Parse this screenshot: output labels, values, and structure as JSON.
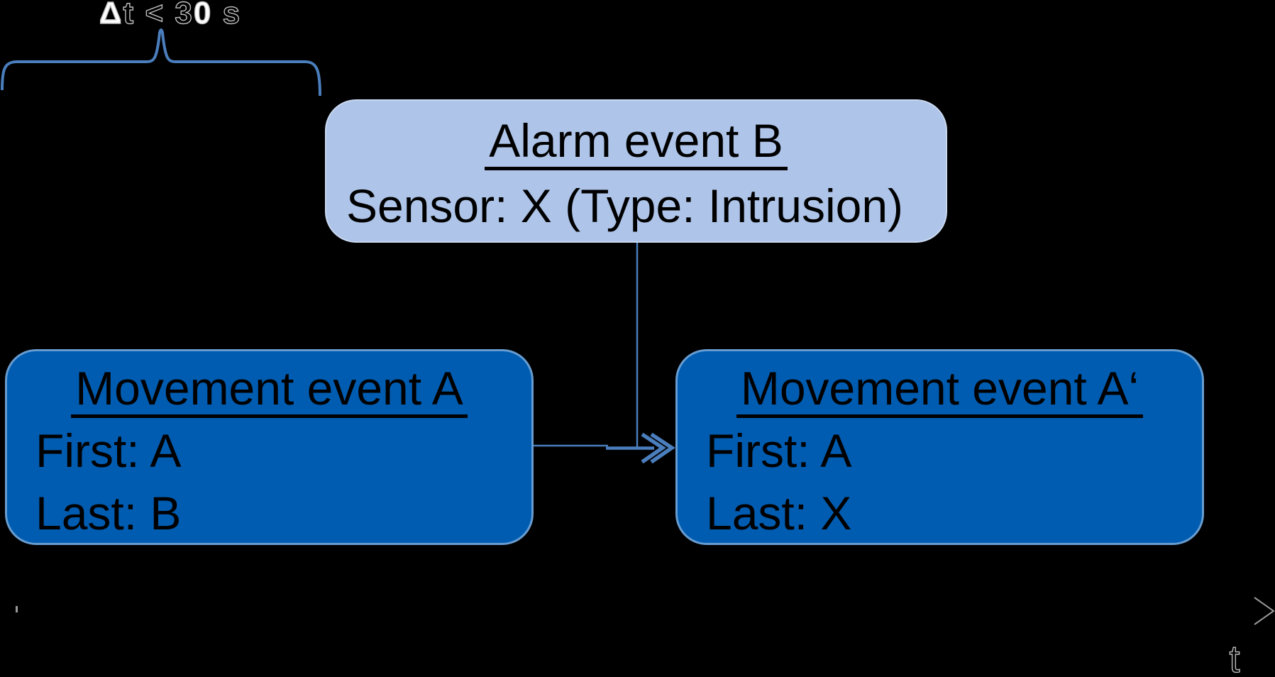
{
  "colors": {
    "background": "#000000",
    "box_dark_fill": "#005CB0",
    "box_light_fill": "#AEC4E8",
    "connector_blue": "#4A7EBD",
    "axis_gray": "#9A9A9A",
    "outline_text_gray": "#BDBDBD",
    "counter_fill_white": "#FFFFFF",
    "box_text": "#000000"
  },
  "brace": {
    "label": "Δt < 30 s"
  },
  "boxes": {
    "alarm": {
      "title": "Alarm event B",
      "subtitle": "Sensor: X (Type: Intrusion)"
    },
    "movement_a": {
      "title": "Movement event A",
      "lines": [
        "First: A",
        "Last: B"
      ]
    },
    "movement_a_prime": {
      "title": "Movement event A‘",
      "lines": [
        "First: A",
        "Last: X"
      ]
    }
  },
  "timeline": {
    "axis_label": "t"
  }
}
